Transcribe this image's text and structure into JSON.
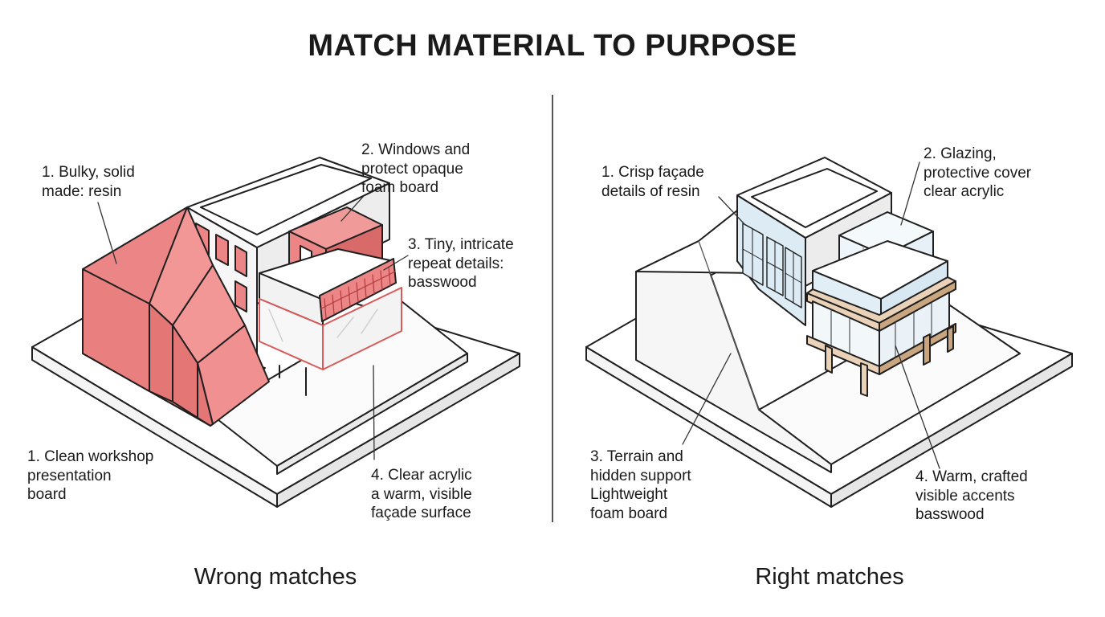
{
  "title": "MATCH MATERIAL TO PURPOSE",
  "panels": {
    "left": {
      "caption": "Wrong matches",
      "labels": {
        "bulky": "1. Bulky, solid\n    made: resin",
        "windows": "2. Windows and\n    protect opaque\n    foam board",
        "tiny": "3. Tiny, intricate\n    repeat details:\n    basswood",
        "board": "1. Clean workshop\n    presentation\n    board",
        "acrylic": "4. Clear acrylic\n    a warm, visible\n    façade surface"
      }
    },
    "right": {
      "caption": "Right matches",
      "labels": {
        "crisp": "1. Crisp façade\n    details of resin",
        "glazing": "2. Glazing,\n    protective cover\n    clear acrylic",
        "terrain": "3. Terrain and\n    hidden support\n    Lightweight\n    foam board",
        "warm": "4. Warm, crafted\n    visible accents\n    basswood"
      }
    }
  },
  "colors": {
    "wrong_highlight": "#ec8585",
    "wrong_dark": "#c94a4a",
    "resin_blue": "#dcebf4",
    "acrylic": "#eef6fb",
    "basswood": "#ead2b8",
    "basswood_dark": "#c9a680",
    "base": "#ffffff",
    "line": "#1f1f1f"
  }
}
